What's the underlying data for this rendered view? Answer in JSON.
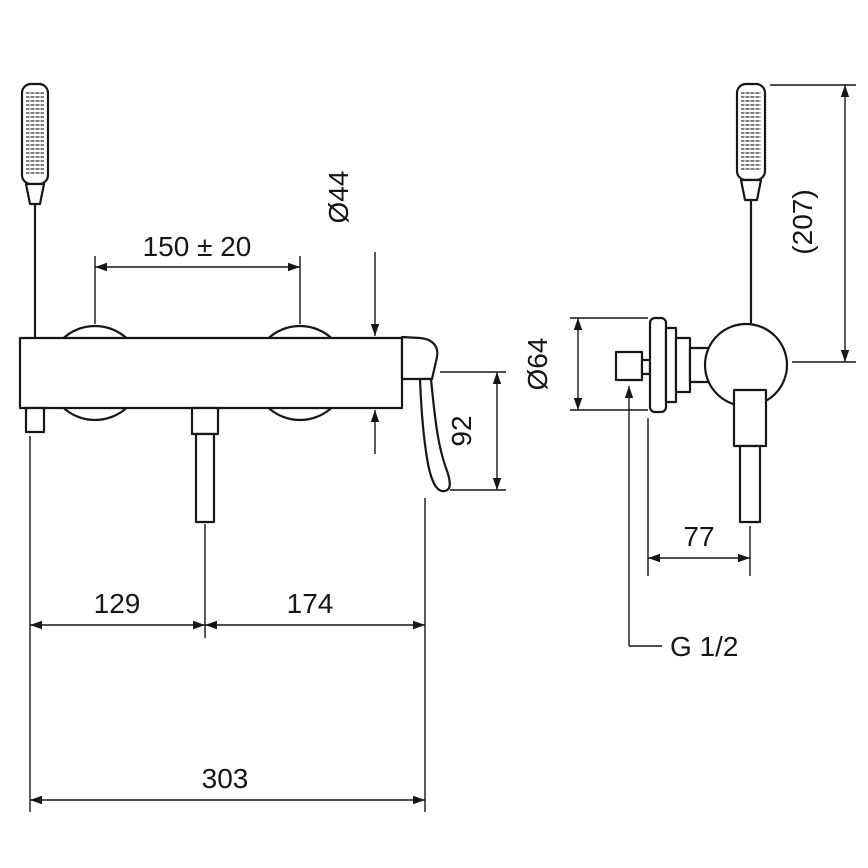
{
  "drawing": {
    "type": "technical-dimension-drawing",
    "subject": "wall-mounted bath shower mixer with hand shower",
    "colors": {
      "line": "#161616",
      "background": "#ffffff"
    },
    "front_view": {
      "dim_center_distance": "150 ± 20",
      "dim_body_diameter": "Ø44",
      "dim_handle_drop": "92",
      "dim_left_segment": "129",
      "dim_right_segment": "174",
      "dim_total_width": "303"
    },
    "side_view": {
      "dim_shower_height": "(207)",
      "dim_flange_diameter": "Ø64",
      "dim_depth": "77",
      "dim_thread": "G 1/2"
    }
  }
}
